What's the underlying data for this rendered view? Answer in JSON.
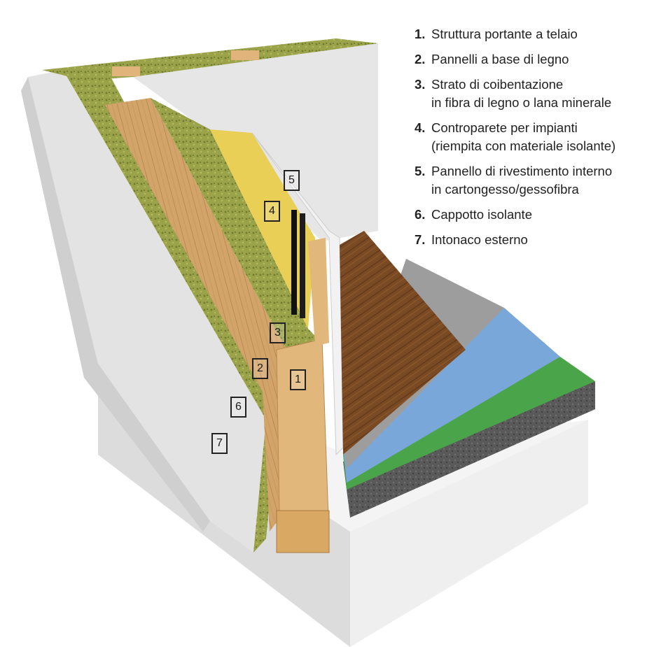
{
  "legend": [
    {
      "number": "1.",
      "lines": [
        "Struttura portante a telaio"
      ]
    },
    {
      "number": "2.",
      "lines": [
        "Pannelli a base di legno"
      ]
    },
    {
      "number": "3.",
      "lines": [
        "Strato di coibentazione",
        "in fibra di legno o lana minerale"
      ]
    },
    {
      "number": "4.",
      "lines": [
        "Controparete per impianti",
        "(riempita con materiale isolante)"
      ]
    },
    {
      "number": "5.",
      "lines": [
        "Pannello di rivestimento interno",
        "in cartongesso/gessofibra"
      ]
    },
    {
      "number": "6.",
      "lines": [
        "Cappotto isolante"
      ]
    },
    {
      "number": "7.",
      "lines": [
        "Intonaco esterno"
      ]
    }
  ],
  "callouts": [
    "1",
    "2",
    "3",
    "4",
    "5",
    "6",
    "7"
  ],
  "colors": {
    "plaster": "#e8e8e8",
    "plaster_shadow": "#cfcfcf",
    "insulation_green": "#9aa24a",
    "insulation_dark": "#6f7a2c",
    "wood_board": "#d3a46a",
    "wood_stud": "#e2b77c",
    "mineral_wool": "#e9cf55",
    "pipe": "#111111",
    "floor_wood": "#7a4a24",
    "screed": "#9d9d9d",
    "blue_layer": "#7aa7da",
    "green_layer": "#4aa54a",
    "gravel": "#5a5a5a",
    "base": "#eeeeee"
  }
}
